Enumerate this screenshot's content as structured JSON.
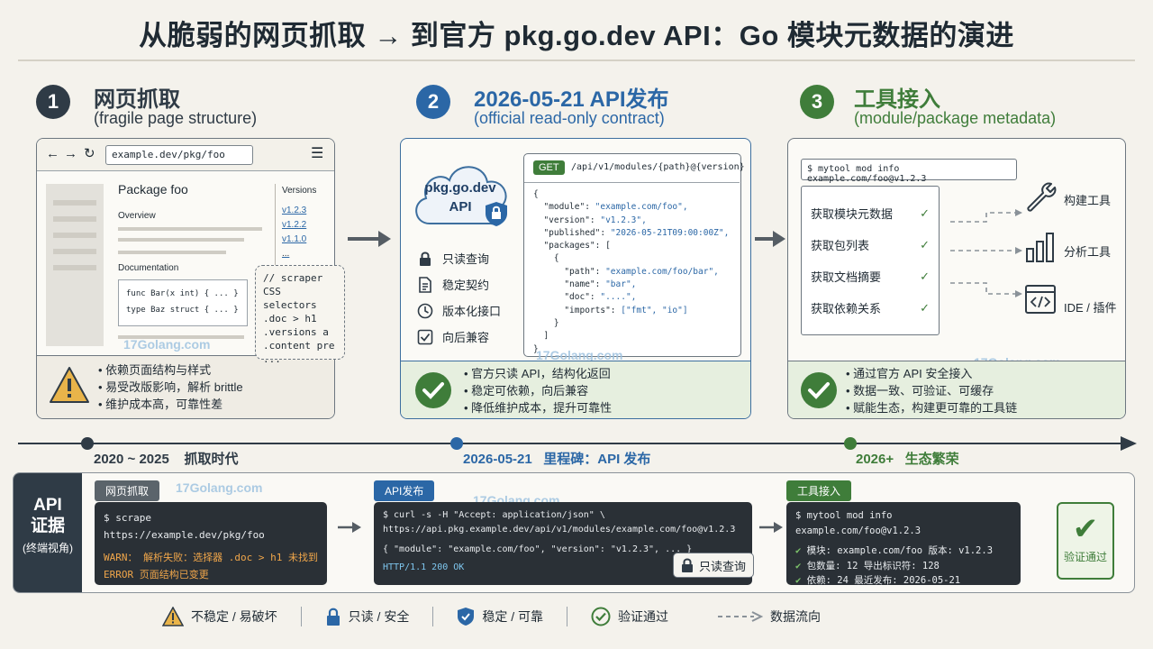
{
  "title": "从脆弱的网页抓取 → 到官方 pkg.go.dev API：Go 模块元数据的演进",
  "watermark": "17Golang.com",
  "colors": {
    "step1": "#2f3b46",
    "step2": "#2b67a6",
    "step3": "#3f7d3a",
    "warn": "#e3a93a",
    "ok": "#3f7d3a"
  },
  "col1": {
    "num": "1",
    "title": "网页抓取",
    "subtitle": "(fragile page structure)",
    "browser": {
      "url": "example.dev/pkg/foo",
      "package_title": "Package foo",
      "overview": "Overview",
      "documentation": "Documentation",
      "code_lines": [
        "func Bar(x int) { ... }",
        "type Baz struct { ... }"
      ],
      "versions_label": "Versions",
      "versions": [
        "v1.2.3",
        "v1.2.2",
        "v1.1.0",
        "..."
      ]
    },
    "scraper": [
      "// scraper",
      "CSS selectors",
      ".doc > h1",
      ".versions a",
      ".content pre",
      "..."
    ],
    "bullets": [
      "依赖页面结构与样式",
      "易受改版影响，解析 brittle",
      "维护成本高，可靠性差"
    ]
  },
  "col2": {
    "num": "2",
    "title": "2026-05-21 API发布",
    "subtitle": "(official read-only contract)",
    "cloud_lines": [
      "pkg.go.dev",
      "API"
    ],
    "features": [
      "只读查询",
      "稳定契约",
      "版本化接口",
      "向后兼容"
    ],
    "method": "GET",
    "endpoint": "/api/v1/modules/{path}@{version}",
    "json_lines": [
      "{",
      "  \"module\": \"example.com/foo\",",
      "  \"version\": \"v1.2.3\",",
      "  \"published\": \"2026-05-21T09:00:00Z\",",
      "  \"packages\": [",
      "    {",
      "      \"path\": \"example.com/foo/bar\",",
      "      \"name\": \"bar\",",
      "      \"doc\": \"....\",",
      "      \"imports\": [\"fmt\", \"io\"]",
      "    }",
      "  ]",
      "}"
    ],
    "bullets": [
      "官方只读 API，结构化返回",
      "稳定可依赖，向后兼容",
      "降低维护成本，提升可靠性"
    ]
  },
  "col3": {
    "num": "3",
    "title": "工具接入",
    "subtitle": "(module/package metadata)",
    "command": "$ mytool mod info example.com/foo@v1.2.3",
    "tasks": [
      "获取模块元数据",
      "获取包列表",
      "获取文档摘要",
      "获取依赖关系"
    ],
    "tools": [
      "构建工具",
      "分析工具",
      "IDE / 插件"
    ],
    "bullets": [
      "通过官方 API 安全接入",
      "数据一致、可验证、可缓存",
      "赋能生态，构建更可靠的工具链"
    ]
  },
  "timeline": [
    {
      "label": "2020 ~ 2025",
      "desc": "抓取时代"
    },
    {
      "label": "2026-05-21",
      "desc": "里程碑：API 发布"
    },
    {
      "label": "2026+",
      "desc": "生态繁荣"
    }
  ],
  "evidence": {
    "side_title": "API\n证据",
    "side_sub": "(终端视角)",
    "scrape": {
      "tag": "网页抓取",
      "cmd": "$ scrape https://example.dev/pkg/foo",
      "warn": "WARN： 解析失败：选择器 .doc > h1 未找到",
      "error": "ERROR 页面结构已变更"
    },
    "api": {
      "tag": "API发布",
      "cmd1": "$ curl -s -H \"Accept: application/json\" \\",
      "cmd2": "  https://api.pkg.example.dev/api/v1/modules/example.com/foo@v1.2.3",
      "resp": "{ \"module\": \"example.com/foo\", \"version\": \"v1.2.3\", ... }",
      "status": "HTTP/1.1 200 OK",
      "readonly": "只读查询"
    },
    "tool": {
      "tag": "工具接入",
      "cmd": "$ mytool mod info example.com/foo@v1.2.3",
      "lines": [
        "模块: example.com/foo    版本: v1.2.3",
        "包数量: 12      导出标识符: 128",
        "依赖: 24       最近发布: 2026-05-21"
      ]
    },
    "verified": "验证通过"
  },
  "legend": [
    "不稳定 / 易破坏",
    "只读 / 安全",
    "稳定 / 可靠",
    "验证通过",
    "数据流向"
  ]
}
